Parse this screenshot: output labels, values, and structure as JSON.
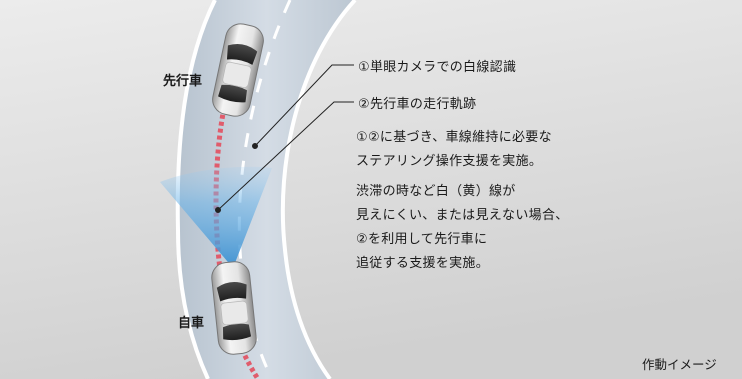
{
  "labels": {
    "lead_car": "先行車",
    "own_car": "自車"
  },
  "annotations": {
    "camera_lane": "①単眼カメラでの白線認識",
    "lead_trajectory": "②先行車の走行軌跡"
  },
  "description": {
    "para1": [
      "①②に基づき、車線維持に必要な",
      "ステアリング操作支援を実施。"
    ],
    "para2": [
      "渋滞の時など白（黄）線が",
      "見えにくい、または見えない場合、",
      "②を利用して先行車に",
      "追従する支援を実施。"
    ]
  },
  "caption": "作動イメージ",
  "colors": {
    "background_top": "#e9e9e9",
    "background_bottom": "#d2d2d2",
    "road": "#c7d1dc",
    "road_edge": "#ffffff",
    "trajectory": "#e05c6c",
    "camera_fov": "#4f9ed8",
    "leader_line": "#222222",
    "text": "#1a1a1a"
  }
}
